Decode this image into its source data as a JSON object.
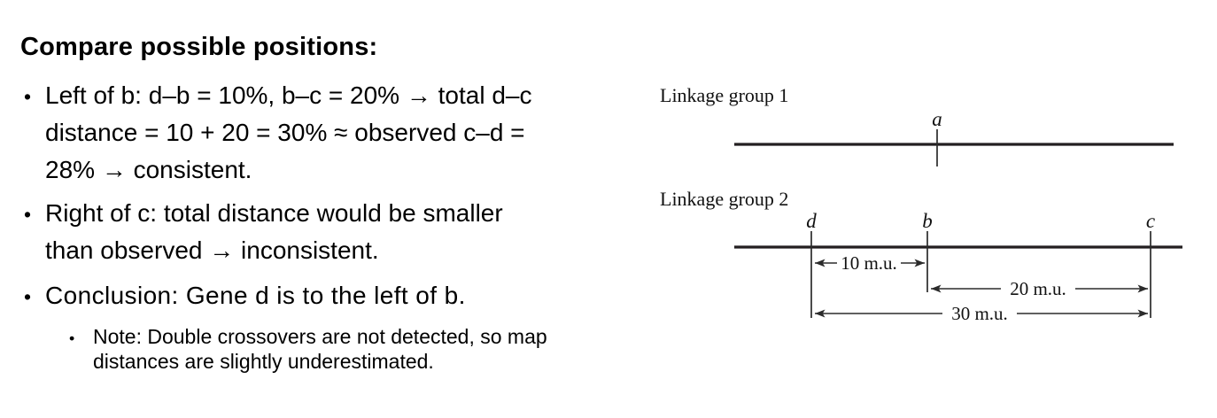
{
  "slide": {
    "title": "Compare possible positions:",
    "bullets": [
      {
        "level": 1,
        "lines": [
          "Left of b: d–b = 10%, b–c = 20% → total d–c",
          "distance = 10 + 20 = 30% ≈ observed c–d =",
          "28% → consistent."
        ]
      },
      {
        "level": 1,
        "lines": [
          "Right of c: total distance would be smaller",
          "than observed → inconsistent."
        ]
      },
      {
        "level": 1,
        "lines": [
          "Conclusion: Gene d is to the left of b."
        ]
      },
      {
        "level": 2,
        "lines": [
          "Note: Double crossovers are not detected, so map",
          "distances are slightly underestimated."
        ]
      }
    ]
  },
  "diagram": {
    "groups": [
      {
        "label": "Linkage group 1",
        "genes": [
          "a"
        ]
      },
      {
        "label": "Linkage group 2",
        "genes": [
          "d",
          "b",
          "c"
        ],
        "distances": [
          {
            "between": "d-b",
            "label": "10 m.u."
          },
          {
            "between": "b-c",
            "label": "20 m.u."
          },
          {
            "between": "d-c",
            "label": "30 m.u."
          }
        ]
      }
    ],
    "colors": {
      "line": "#231f20",
      "text": "#111111"
    }
  }
}
